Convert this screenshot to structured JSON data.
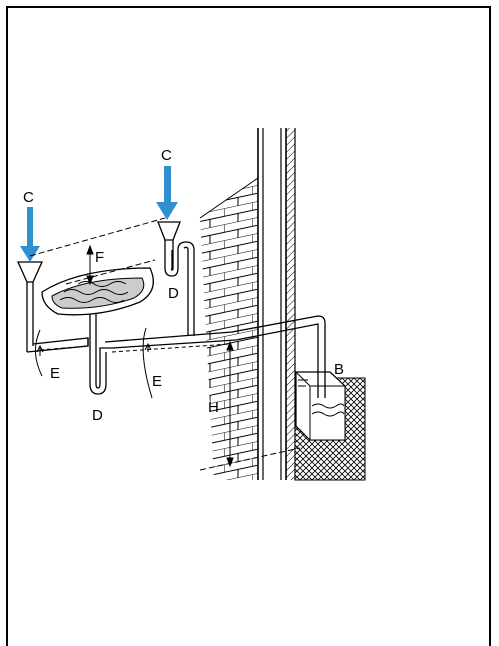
{
  "diagram": {
    "labels": {
      "c_left": "C",
      "c_right": "C",
      "f": "F",
      "d_upper": "D",
      "d_lower": "D",
      "e_left": "E",
      "e_mid": "E",
      "b": "B",
      "h": "H"
    },
    "colors": {
      "arrow": "#2f8fd0",
      "line": "#000000",
      "background": "#ffffff"
    }
  }
}
